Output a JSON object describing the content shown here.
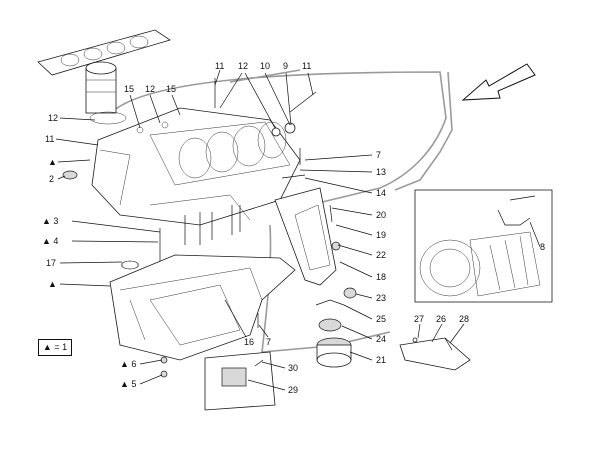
{
  "legend": {
    "text": "▲ = 1"
  },
  "callouts": [
    {
      "id": "c11a",
      "text": "11"
    },
    {
      "id": "c12a",
      "text": "12"
    },
    {
      "id": "c10",
      "text": "10"
    },
    {
      "id": "c9",
      "text": "9"
    },
    {
      "id": "c11b",
      "text": "11"
    },
    {
      "id": "c15a",
      "text": "15"
    },
    {
      "id": "c12b",
      "text": "12"
    },
    {
      "id": "c15b",
      "text": "15"
    },
    {
      "id": "c12c",
      "text": "12"
    },
    {
      "id": "c11c",
      "text": "11"
    },
    {
      "id": "cTri1",
      "text": "▲"
    },
    {
      "id": "c2",
      "text": "2"
    },
    {
      "id": "c7a",
      "text": "7"
    },
    {
      "id": "c13",
      "text": "13"
    },
    {
      "id": "c14",
      "text": "14"
    },
    {
      "id": "c20",
      "text": "20"
    },
    {
      "id": "c19",
      "text": "19"
    },
    {
      "id": "c22",
      "text": "22"
    },
    {
      "id": "c18",
      "text": "18"
    },
    {
      "id": "c23",
      "text": "23"
    },
    {
      "id": "c25",
      "text": "25"
    },
    {
      "id": "c24",
      "text": "24"
    },
    {
      "id": "c21",
      "text": "21"
    },
    {
      "id": "c3",
      "text": "▲ 3"
    },
    {
      "id": "c4",
      "text": "▲ 4"
    },
    {
      "id": "c17",
      "text": "17"
    },
    {
      "id": "cTri2",
      "text": "▲"
    },
    {
      "id": "c16",
      "text": "16"
    },
    {
      "id": "c7b",
      "text": "7"
    },
    {
      "id": "c6",
      "text": "▲ 6"
    },
    {
      "id": "c5",
      "text": "▲ 5"
    },
    {
      "id": "c30",
      "text": "30"
    },
    {
      "id": "c29",
      "text": "29"
    },
    {
      "id": "c8",
      "text": "8"
    },
    {
      "id": "c27",
      "text": "27"
    },
    {
      "id": "c26",
      "text": "26"
    },
    {
      "id": "c28",
      "text": "28"
    }
  ]
}
